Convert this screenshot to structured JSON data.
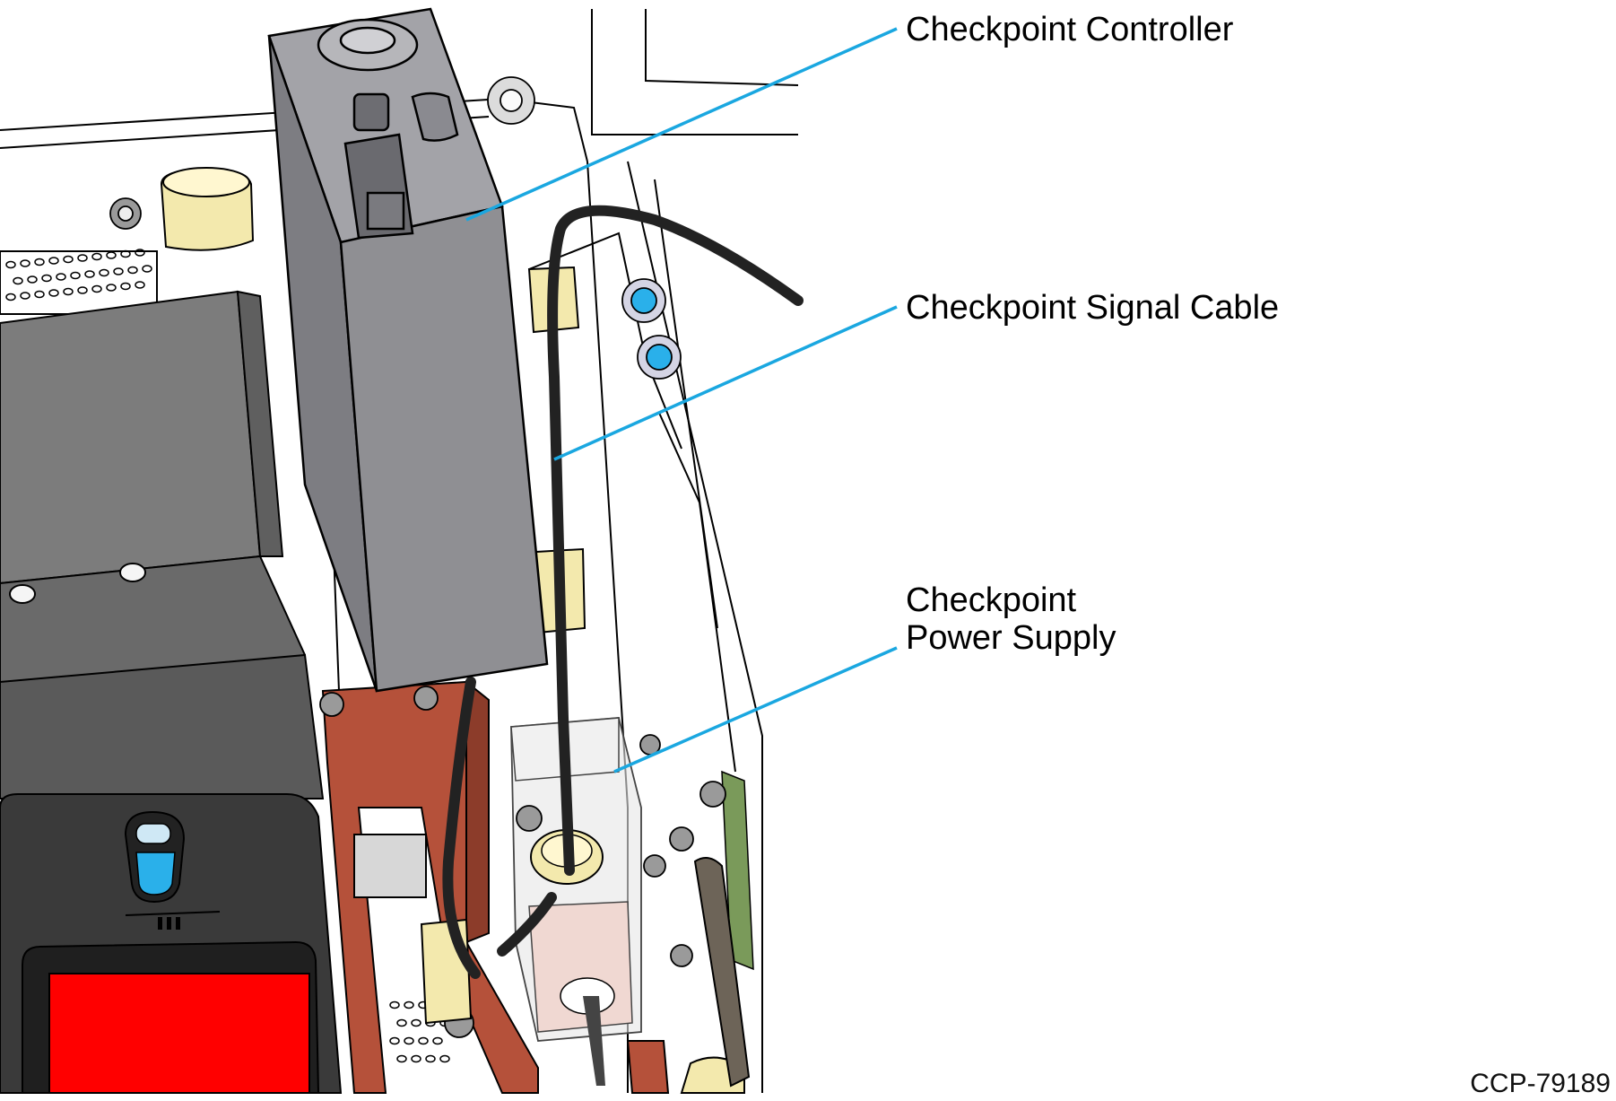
{
  "callouts": {
    "controller": "Checkpoint Controller",
    "signal_cable": "Checkpoint Signal Cable",
    "power_supply_line1": "Checkpoint",
    "power_supply_line2": "Power Supply"
  },
  "figure_code": "CCP-79189",
  "colors": {
    "leader": "#1aa7e0",
    "controller_body": "#8f8f93",
    "bracket": "#b5513a",
    "clip": "#f3e9ad",
    "screen": "#ff0000",
    "button_accent": "#2ab0ea",
    "pcb": "#7a9a5a"
  }
}
